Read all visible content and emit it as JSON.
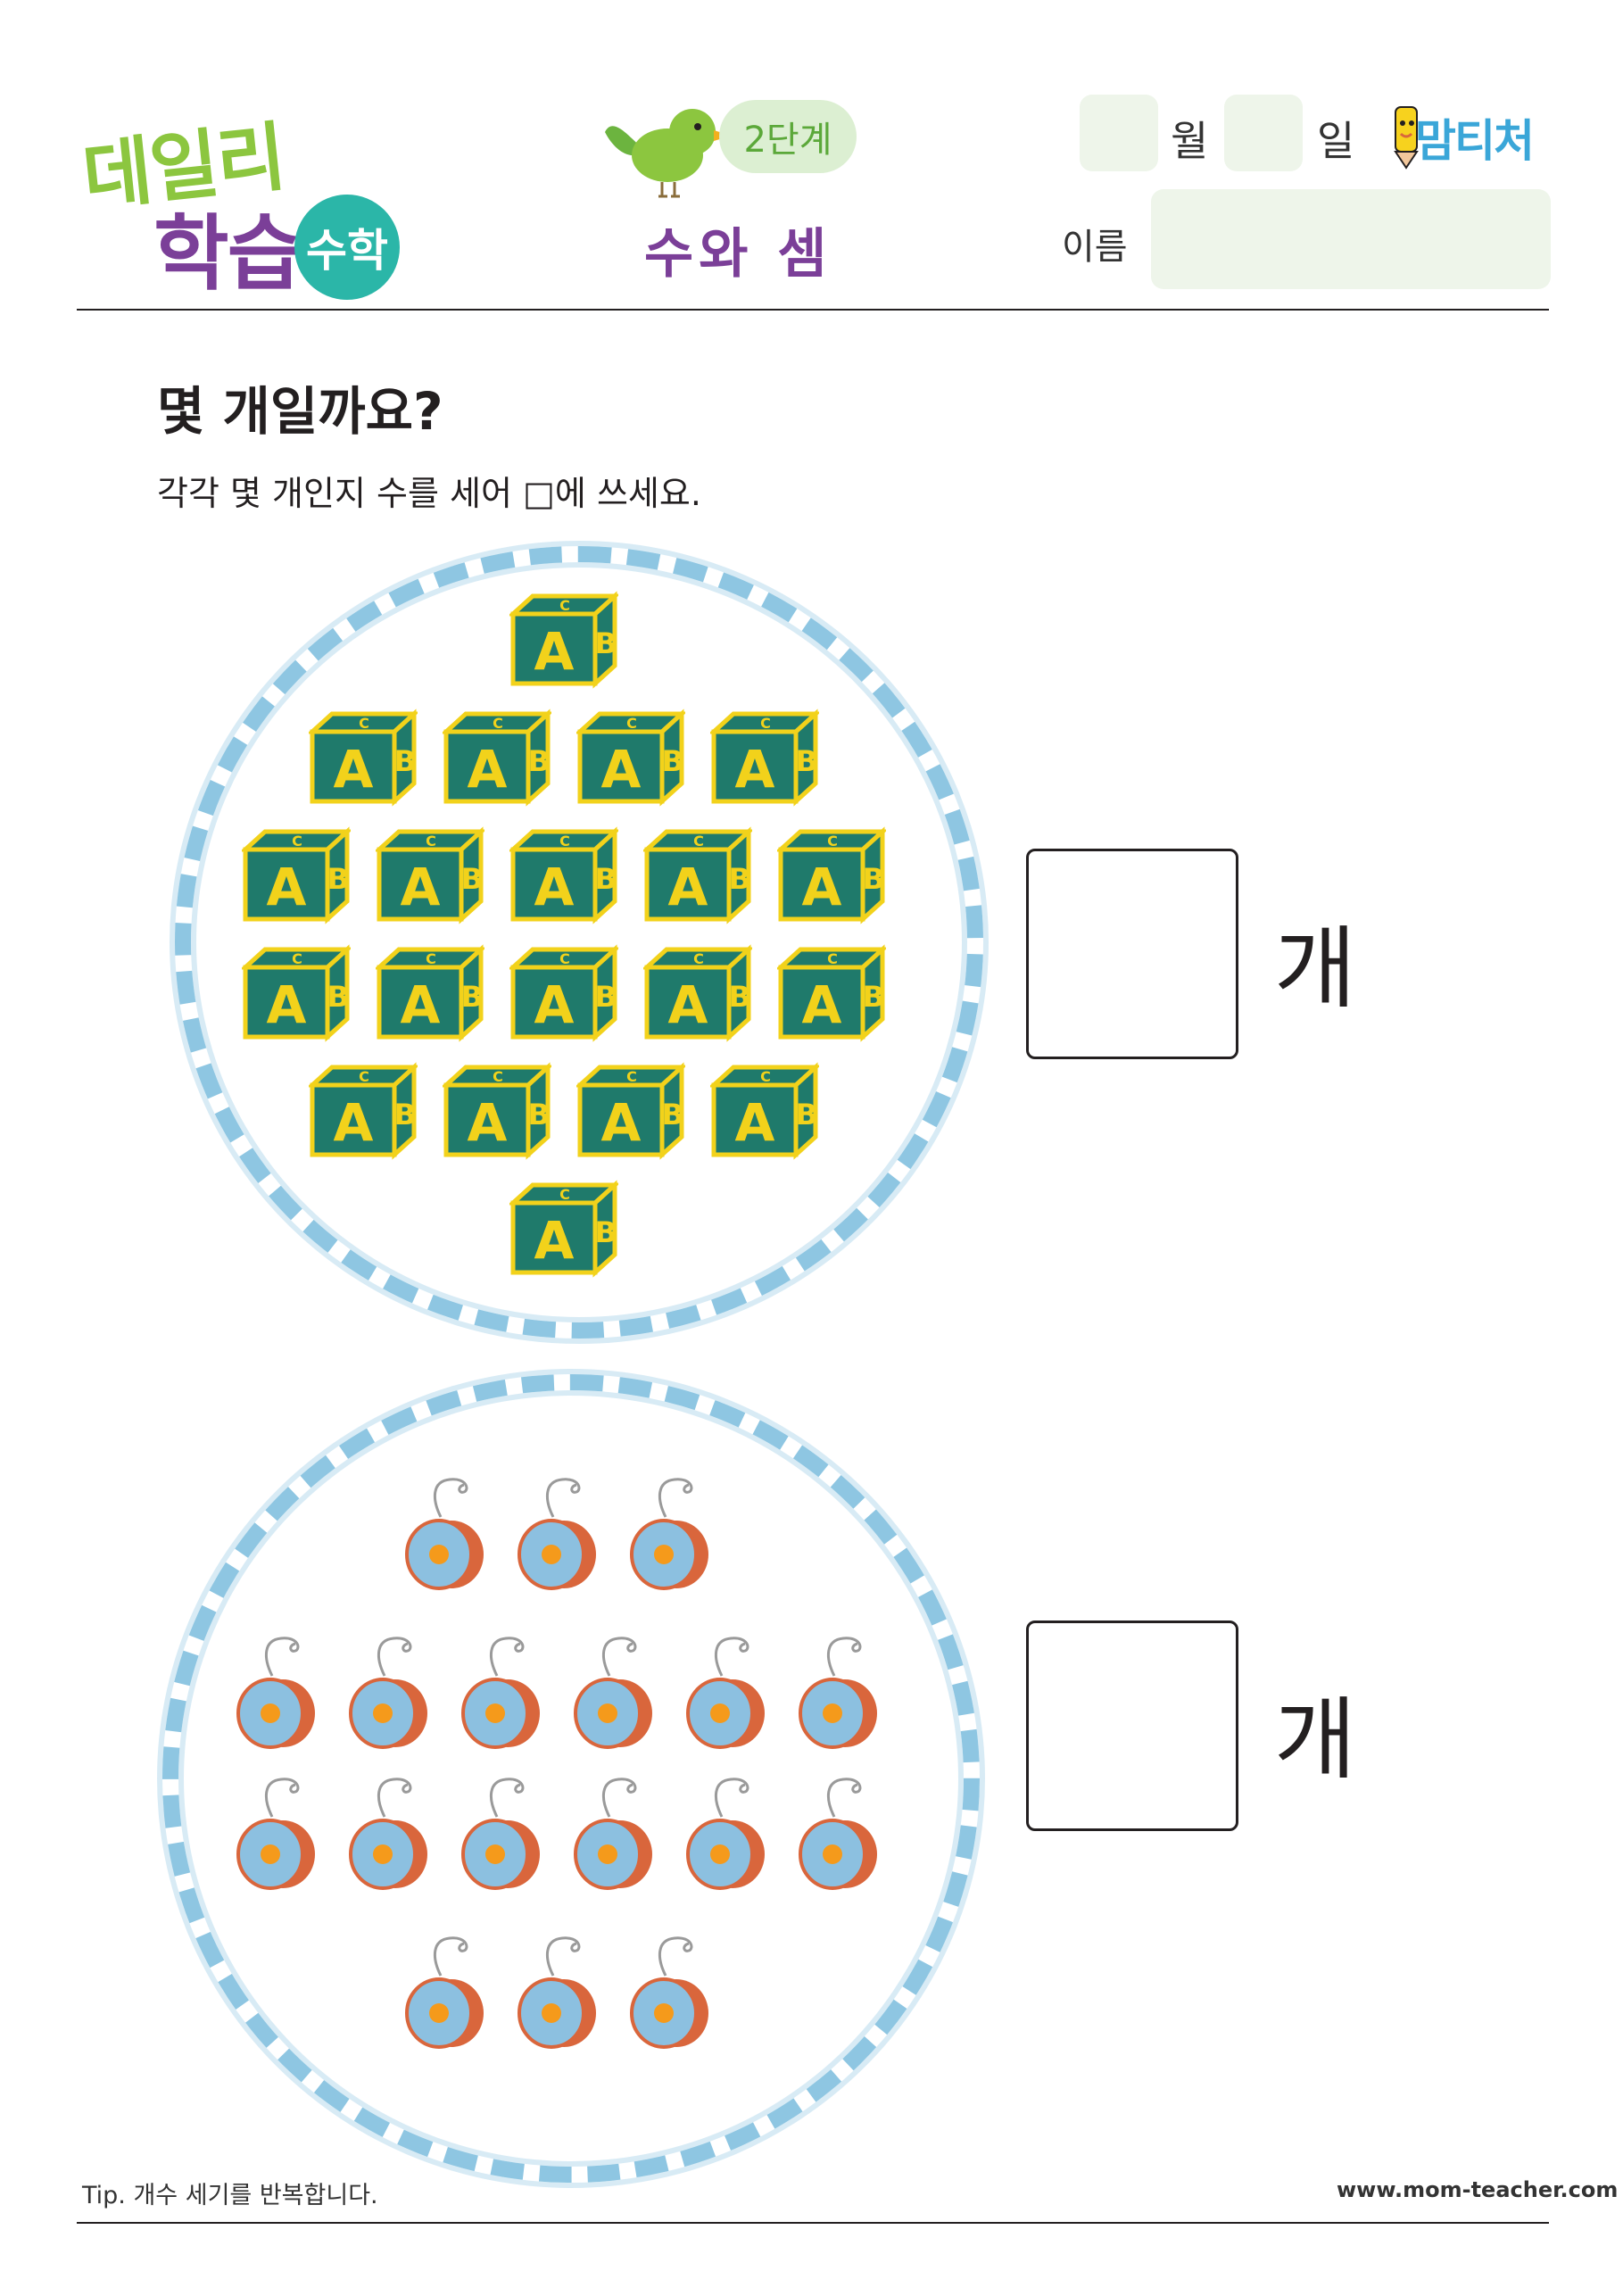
{
  "header": {
    "logo_line1": "데일리",
    "logo_line2": "학습",
    "logo_badge": "수학",
    "level": "2단계",
    "unit_title": "수와 셈",
    "month_label": "월",
    "day_label": "일",
    "name_label": "이름",
    "brand": "맘티처"
  },
  "question": {
    "title": "몇 개일까요?",
    "instruction": "각각 몇 개인지 수를 세어 □에 쓰세요."
  },
  "problems": [
    {
      "item": "abc-block-icon",
      "block_letter": "A",
      "block_side_letter": "B",
      "block_top_letter": "C",
      "rows": [
        1,
        4,
        5,
        5,
        4,
        1
      ],
      "unit": "개"
    },
    {
      "item": "yoyo-icon",
      "rows": [
        3,
        6,
        6,
        3
      ],
      "unit": "개"
    }
  ],
  "colors": {
    "circle": "#8ec6e2",
    "block_face": "#1f7a6b",
    "block_edge": "#f2d21b",
    "yoyo_body": "#8cc0e0",
    "yoyo_rim": "#d9663c",
    "yoyo_center": "#f59a1b",
    "logo_green": "#8cc63f",
    "logo_purple": "#7b3f98",
    "logo_teal": "#2bb6a8"
  },
  "footer": {
    "tip": "Tip. 개수 세기를 반복합니다.",
    "website": "www.mom-teacher.com"
  }
}
